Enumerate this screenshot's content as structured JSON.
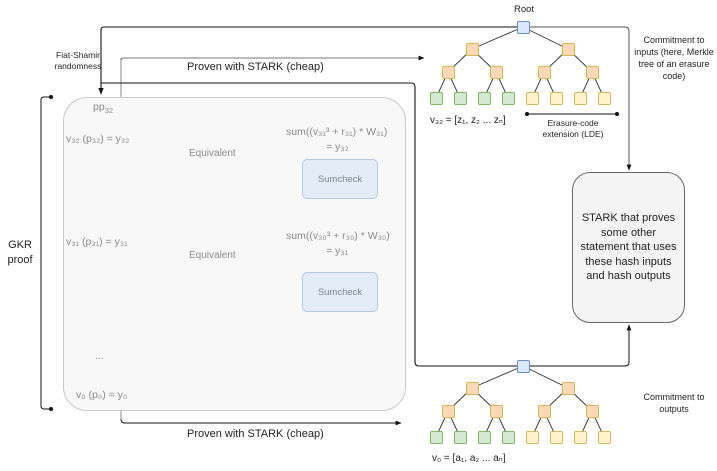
{
  "labels": {
    "fiat_shamir": "Fiat-Shamir randomness",
    "proven_top": "Proven with STARK (cheap)",
    "proven_bottom": "Proven with STARK (cheap)",
    "root": "Root",
    "commit_inputs": "Commitment to inputs (here, Merkle tree of an erasure code)",
    "commit_outputs": "Commitment to outputs",
    "erasure": "Erasure-code extension (LDE)",
    "gkr": "GKR proof",
    "stark_box": "STARK that proves some other statement that uses these hash inputs and hash outputs",
    "equivalent_1": "Equivalent",
    "equivalent_2": "Equivalent",
    "sumcheck_1": "Sumcheck",
    "sumcheck_2": "Sumcheck",
    "ellipsis": "..."
  },
  "math": {
    "p32": {
      "base": "p",
      "sub": "32"
    },
    "v32_eq": "v₃₂ (p₃₂) = y₃₂",
    "sum31": "sum((v₃₁³ + r₃₁) * W₃₁)",
    "eq_y32": "= y₃₂",
    "v31_eq": "v₃₁ (p₃₁) = y₃₁",
    "sum30": "sum((v₃₀³ + r₃₀) *  W₃₀)",
    "eq_y31": "= y₃₁",
    "v0_eq": "v₀ (p₀) = y₀",
    "v32_vec": "v₃₂ = [z₁, z₂ ... zₙ]",
    "v0_vec": "v₀ = [a₁, a₂ ... aₙ]"
  },
  "colors": {
    "root_fill": "#dae8fc",
    "internal_fill": "#fad9b8",
    "data_leaf_fill": "#d5e8d4",
    "extension_leaf_fill": "#fff2cc",
    "sumcheck_fill": "#e4ecf7",
    "gkr_panel_fill": "#f8f8f8",
    "stark_box_fill": "#f4f4f4"
  },
  "trees": [
    {
      "name": "input-merkle-tree",
      "leaves": [
        "data",
        "data",
        "data",
        "data",
        "ext",
        "ext",
        "ext",
        "ext"
      ]
    },
    {
      "name": "output-merkle-tree",
      "leaves": [
        "data",
        "data",
        "data",
        "data",
        "ext",
        "ext",
        "ext",
        "ext"
      ]
    }
  ]
}
